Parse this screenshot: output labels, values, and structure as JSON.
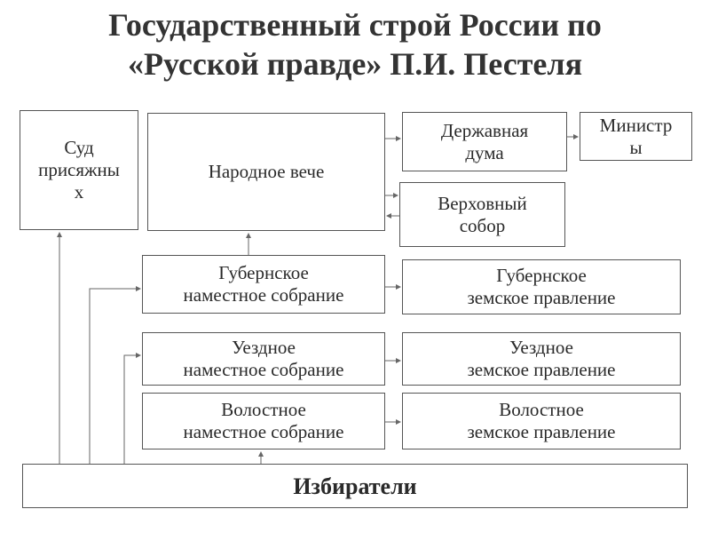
{
  "title": {
    "line1": "Государственный строй России по",
    "line2": "«Русской правде» П.И. Пестеля"
  },
  "nodes": {
    "sud": "Суд\nприсяжны\nх",
    "narodnoe_veche": "Народное вече",
    "derzhavnaya_duma": "Державная\nдума",
    "ministry": "Министр\nы",
    "verkhovny_sobor": "Верховный\nсобор",
    "gubernskoe_sobranie": "Губернское\nнаместное собрание",
    "gubernskoe_pravlenie": "Губернское\nземское правление",
    "uezdnoe_sobranie": "Уездное\nнаместное собрание",
    "uezdnoe_pravlenie": "Уездное\nземское правление",
    "volostnoe_sobranie": "Волостное\nнаместное собрание",
    "volostnoe_pravlenie": "Волостное\nземское правление",
    "izbirateli": "Избиратели"
  },
  "colors": {
    "border": "#555555",
    "arrow": "#666666",
    "title": "#333333"
  }
}
